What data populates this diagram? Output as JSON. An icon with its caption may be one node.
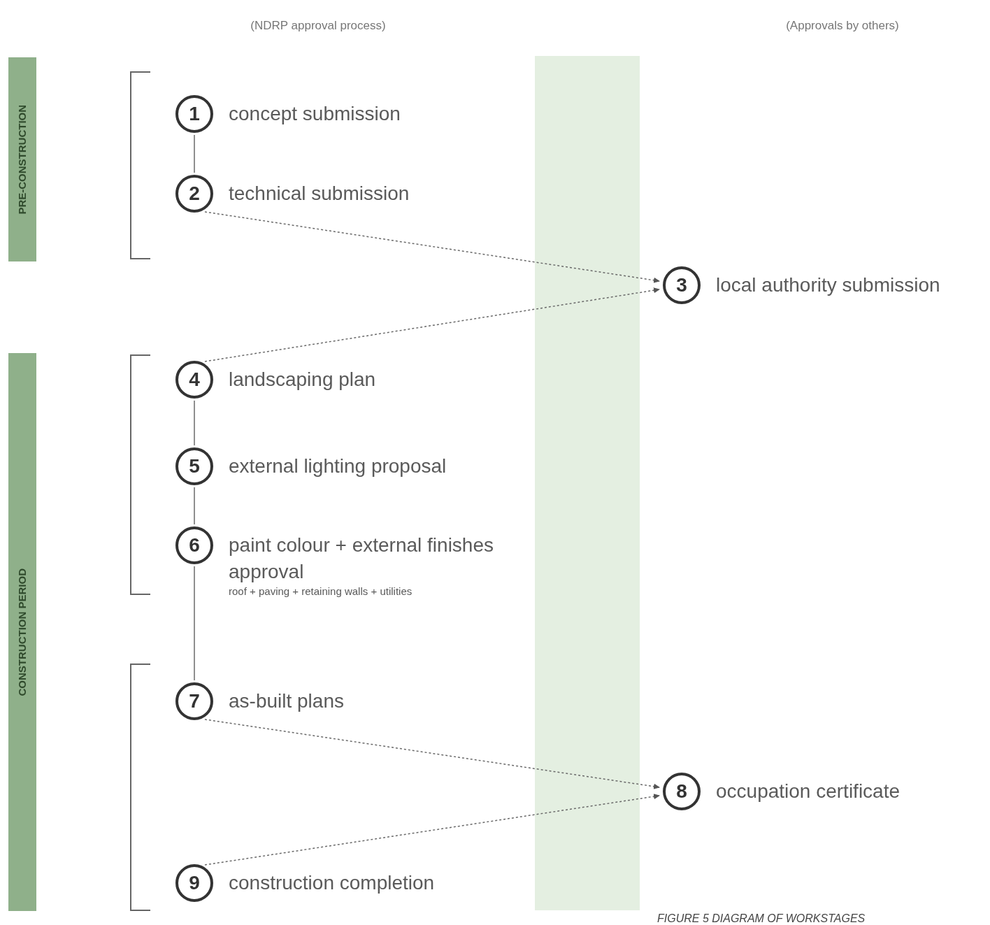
{
  "diagram": {
    "caption": "FIGURE 5  DIAGRAM OF WORKSTAGES",
    "nodes": [
      {
        "text": [
          "PRE-CONSTRUCTION"
        ]
      },
      {
        "text": [
          "CONSTRUCTION PERIOD"
        ]
      },
      {
        "text": [
          "1",
          "concept submission"
        ]
      },
      {
        "text": [
          "2",
          "technical submission"
        ]
      },
      {
        "text": [
          "3",
          "local authority submission"
        ]
      },
      {
        "text": [
          "4",
          "landscaping plan"
        ]
      },
      {
        "text": [
          "5",
          "external lighting proposal"
        ]
      },
      {
        "text": [
          "6",
          "paint colour + external finishes approval",
          "roof + paving + retaining walls + utilities"
        ]
      },
      {
        "text": [
          "7",
          "as-built plans"
        ]
      },
      {
        "text": [
          "8",
          "occupation certificate"
        ]
      },
      {
        "text": [
          "9",
          "construction completion"
        ]
      }
    ],
    "edges": [
      {
        "from": 2,
        "to": 3,
        "arrow": "none"
      },
      {
        "from": 3,
        "to": 4,
        "arrow": "to",
        "style": "dashed"
      },
      {
        "from": 5,
        "to": 4,
        "arrow": "to",
        "style": "dashed"
      },
      {
        "from": 5,
        "to": 6,
        "arrow": "none"
      },
      {
        "from": 6,
        "to": 7,
        "arrow": "none"
      },
      {
        "from": 7,
        "to": 8,
        "arrow": "none"
      },
      {
        "from": 8,
        "to": 9,
        "arrow": "to",
        "style": "dashed"
      },
      {
        "from": 10,
        "to": 9,
        "arrow": "to",
        "style": "dashed"
      }
    ],
    "labels": [
      "(NDRP approval process)",
      "(Approvals by others)"
    ]
  }
}
